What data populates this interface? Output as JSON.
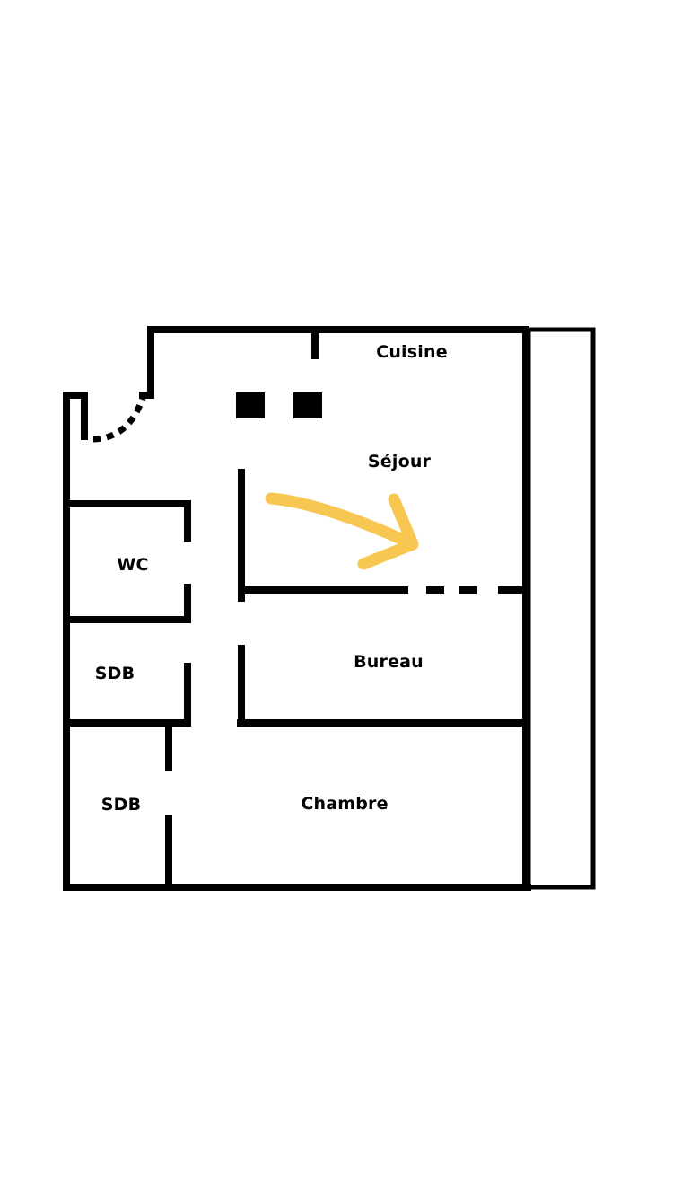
{
  "plan": {
    "wall_color": "#000000",
    "arrow_color": "#F8C752",
    "rooms": {
      "cuisine": "Cuisine",
      "sejour": "Séjour",
      "wc": "WC",
      "sdb_1": "SDB",
      "bureau": "Bureau",
      "sdb_2": "SDB",
      "chambre": "Chambre"
    }
  }
}
